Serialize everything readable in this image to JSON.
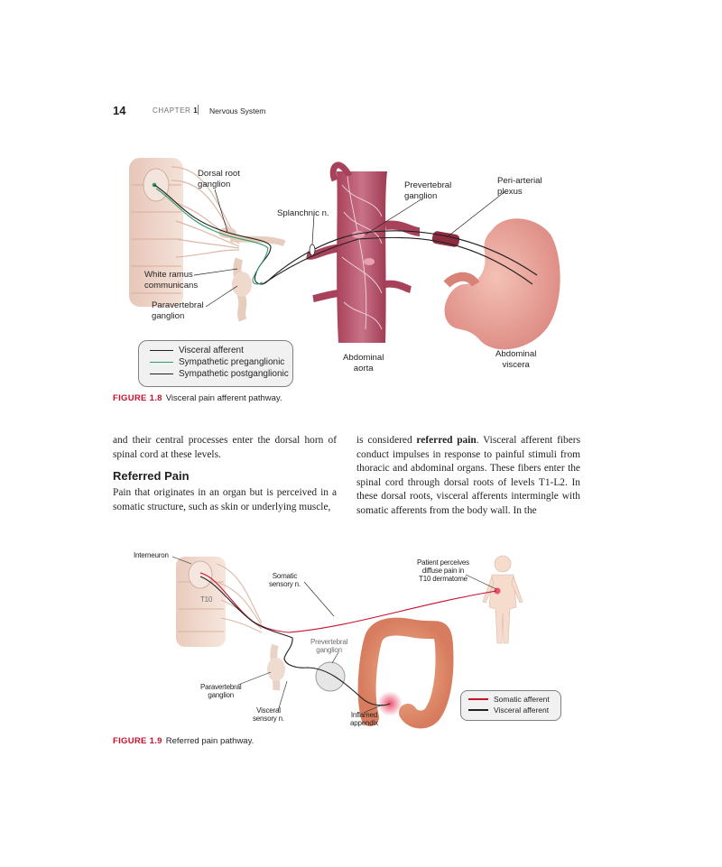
{
  "header": {
    "page_number": "14",
    "chapter_word": "CHAPTER",
    "chapter_number": "1",
    "section_title": "Nervous System"
  },
  "figure1": {
    "labels": {
      "dorsal_root_ganglion": "Dorsal root\nganglion",
      "splanchnic": "Splanchnic n.",
      "prevertebral_ganglion": "Prevertebral\nganglion",
      "periarterial_plexus": "Peri-arterial\nplexus",
      "white_ramus": "White ramus\ncommunicans",
      "paravertebral_ganglion": "Paravertebral\nganglion",
      "abdominal_aorta": "Abdominal\naorta",
      "abdominal_viscera": "Abdominal\nviscera"
    },
    "legend": [
      {
        "label": "Visceral afferent",
        "color": "#231f20"
      },
      {
        "label": "Sympathetic preganglionic",
        "color": "#2e9b6a"
      },
      {
        "label": "Sympathetic postganglionic",
        "color": "#231f20"
      }
    ],
    "caption_number": "FIGURE 1.8",
    "caption_text": "Visceral pain afferent pathway."
  },
  "body": {
    "left_paragraph_1": "and their central processes enter the dorsal horn of spinal cord at these levels.",
    "heading": "Referred Pain",
    "left_paragraph_2": "Pain that originates in an organ but is perceived in a somatic structure, such as skin or underlying muscle,",
    "right_text_1": "is considered ",
    "right_bold": "referred pain",
    "right_text_2": ". Visceral afferent fibers conduct impulses in response to painful stimuli from thoracic and abdominal organs. These fibers enter the spinal cord through dorsal roots of levels T1-L2. In these dorsal roots, visceral afferents intermingle with somatic afferents from the body wall. In the"
  },
  "figure2": {
    "labels": {
      "interneuron": "Interneuron",
      "somatic_sensory": "Somatic\nsensory n.",
      "t10": "T10",
      "patient_perceives": "Patient perceives\ndiffuse pain in\nT10 dermatome",
      "prevertebral_ganglion": "Prevertebral\nganglion",
      "paravertebral_ganglion": "Paravertebral\nganglion",
      "visceral_sensory": "Visceral\nsensory n.",
      "inflamed_appendix": "Inflamed\nappendix"
    },
    "legend": [
      {
        "label": "Somatic afferent",
        "color": "#c8102e"
      },
      {
        "label": "Visceral afferent",
        "color": "#231f20"
      }
    ],
    "caption_number": "FIGURE 1.9",
    "caption_text": "Referred pain pathway."
  }
}
